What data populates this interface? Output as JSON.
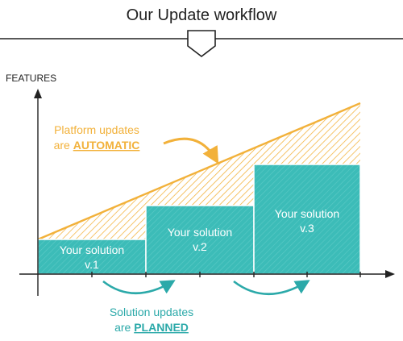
{
  "header": {
    "title": "Our Update workflow"
  },
  "axis": {
    "y_label": "FEATURES"
  },
  "platform_note": {
    "line1": "Platform updates",
    "line2_prefix": "are ",
    "line2_emph": "AUTOMATIC"
  },
  "solutions": [
    {
      "line1": "Your solution",
      "line2": "v.1"
    },
    {
      "line1": "Your solution",
      "line2": "v.2"
    },
    {
      "line1": "Your solution",
      "line2": "v.3"
    }
  ],
  "solution_note": {
    "line1": "Solution updates",
    "line2_prefix": "are ",
    "line2_emph": "PLANNED"
  },
  "colors": {
    "platform": "#f2b13a",
    "solution": "#3cbcb8",
    "solution_text": "#2ba9a9",
    "axis": "#222222",
    "ink": "#222222"
  }
}
